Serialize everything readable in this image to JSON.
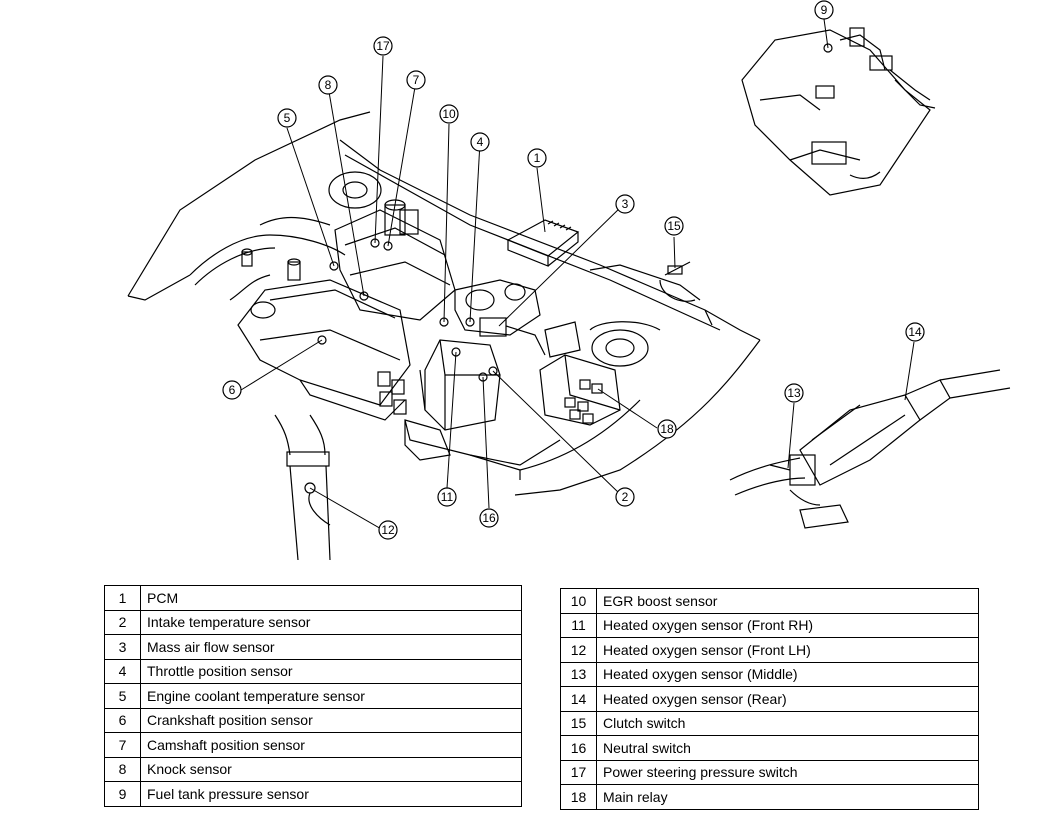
{
  "callouts": {
    "c1": "1",
    "c2": "2",
    "c3": "3",
    "c4": "4",
    "c5": "5",
    "c6": "6",
    "c7": "7",
    "c8": "8",
    "c9": "9",
    "c10": "10",
    "c11": "11",
    "c12": "12",
    "c13": "13",
    "c14": "14",
    "c15": "15",
    "c16": "16",
    "c17": "17",
    "c18": "18"
  },
  "legend_left": [
    {
      "num": "1",
      "name": "PCM"
    },
    {
      "num": "2",
      "name": "Intake temperature sensor"
    },
    {
      "num": "3",
      "name": "Mass air flow sensor"
    },
    {
      "num": "4",
      "name": "Throttle position sensor"
    },
    {
      "num": "5",
      "name": "Engine coolant temperature sensor"
    },
    {
      "num": "6",
      "name": "Crankshaft position sensor"
    },
    {
      "num": "7",
      "name": "Camshaft position sensor"
    },
    {
      "num": "8",
      "name": "Knock sensor"
    },
    {
      "num": "9",
      "name": "Fuel tank pressure sensor"
    }
  ],
  "legend_right": [
    {
      "num": "10",
      "name": "EGR boost sensor"
    },
    {
      "num": "11",
      "name": "Heated oxygen sensor (Front RH)"
    },
    {
      "num": "12",
      "name": "Heated oxygen sensor (Front LH)"
    },
    {
      "num": "13",
      "name": "Heated oxygen sensor (Middle)"
    },
    {
      "num": "14",
      "name": "Heated oxygen sensor (Rear)"
    },
    {
      "num": "15",
      "name": "Clutch switch"
    },
    {
      "num": "16",
      "name": "Neutral switch"
    },
    {
      "num": "17",
      "name": "Power steering pressure switch"
    },
    {
      "num": "18",
      "name": "Main relay"
    }
  ]
}
